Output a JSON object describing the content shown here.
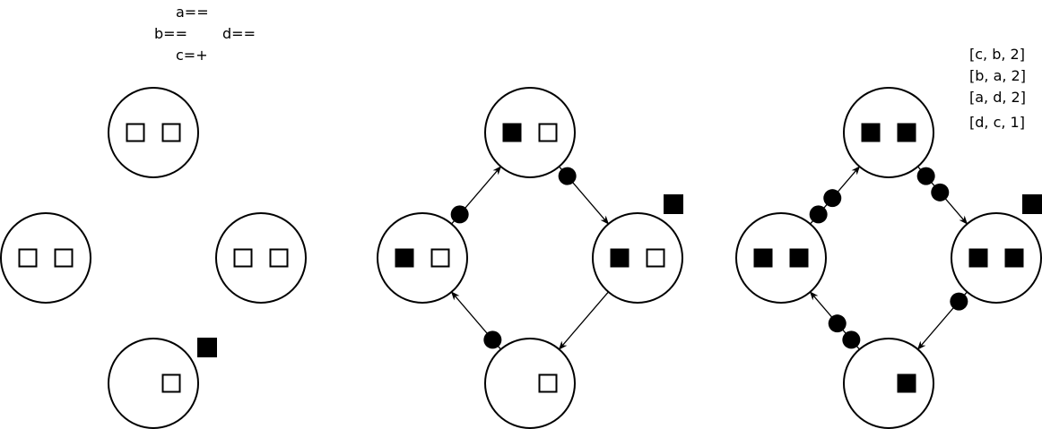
{
  "panel1": {
    "notes": [
      "a==",
      "b==",
      "d==",
      "c=+"
    ],
    "nodes": [
      {
        "id": "a",
        "squares": [
          "empty",
          "empty"
        ]
      },
      {
        "id": "b",
        "squares": [
          "empty",
          "empty"
        ]
      },
      {
        "id": "d",
        "squares": [
          "empty",
          "empty"
        ]
      },
      {
        "id": "c",
        "squares": [
          "none",
          "empty"
        ]
      }
    ],
    "token": "filled"
  },
  "panel2": {
    "nodes": [
      {
        "id": "a",
        "squares": [
          "filled",
          "empty"
        ]
      },
      {
        "id": "b",
        "squares": [
          "filled",
          "empty"
        ]
      },
      {
        "id": "d",
        "squares": [
          "filled",
          "empty"
        ]
      },
      {
        "id": "c",
        "squares": [
          "none",
          "empty"
        ]
      }
    ],
    "edges": [
      {
        "from": "b",
        "to": "a",
        "dots": 1
      },
      {
        "from": "a",
        "to": "d",
        "dots": 1
      },
      {
        "from": "d",
        "to": "c",
        "dots": 0
      },
      {
        "from": "c",
        "to": "b",
        "dots": 1
      }
    ],
    "token": "filled"
  },
  "panel3": {
    "notes": [
      "[c, b, 2]",
      "[b, a, 2]",
      "[a, d, 2]",
      "[d, c, 1]"
    ],
    "nodes": [
      {
        "id": "a",
        "squares": [
          "filled",
          "filled"
        ]
      },
      {
        "id": "b",
        "squares": [
          "filled",
          "filled"
        ]
      },
      {
        "id": "d",
        "squares": [
          "filled",
          "filled"
        ]
      },
      {
        "id": "c",
        "squares": [
          "none",
          "filled"
        ]
      }
    ],
    "edges": [
      {
        "from": "b",
        "to": "a",
        "dots": 2
      },
      {
        "from": "a",
        "to": "d",
        "dots": 2
      },
      {
        "from": "d",
        "to": "c",
        "dots": 1
      },
      {
        "from": "c",
        "to": "b",
        "dots": 2
      }
    ],
    "token": "filled"
  }
}
